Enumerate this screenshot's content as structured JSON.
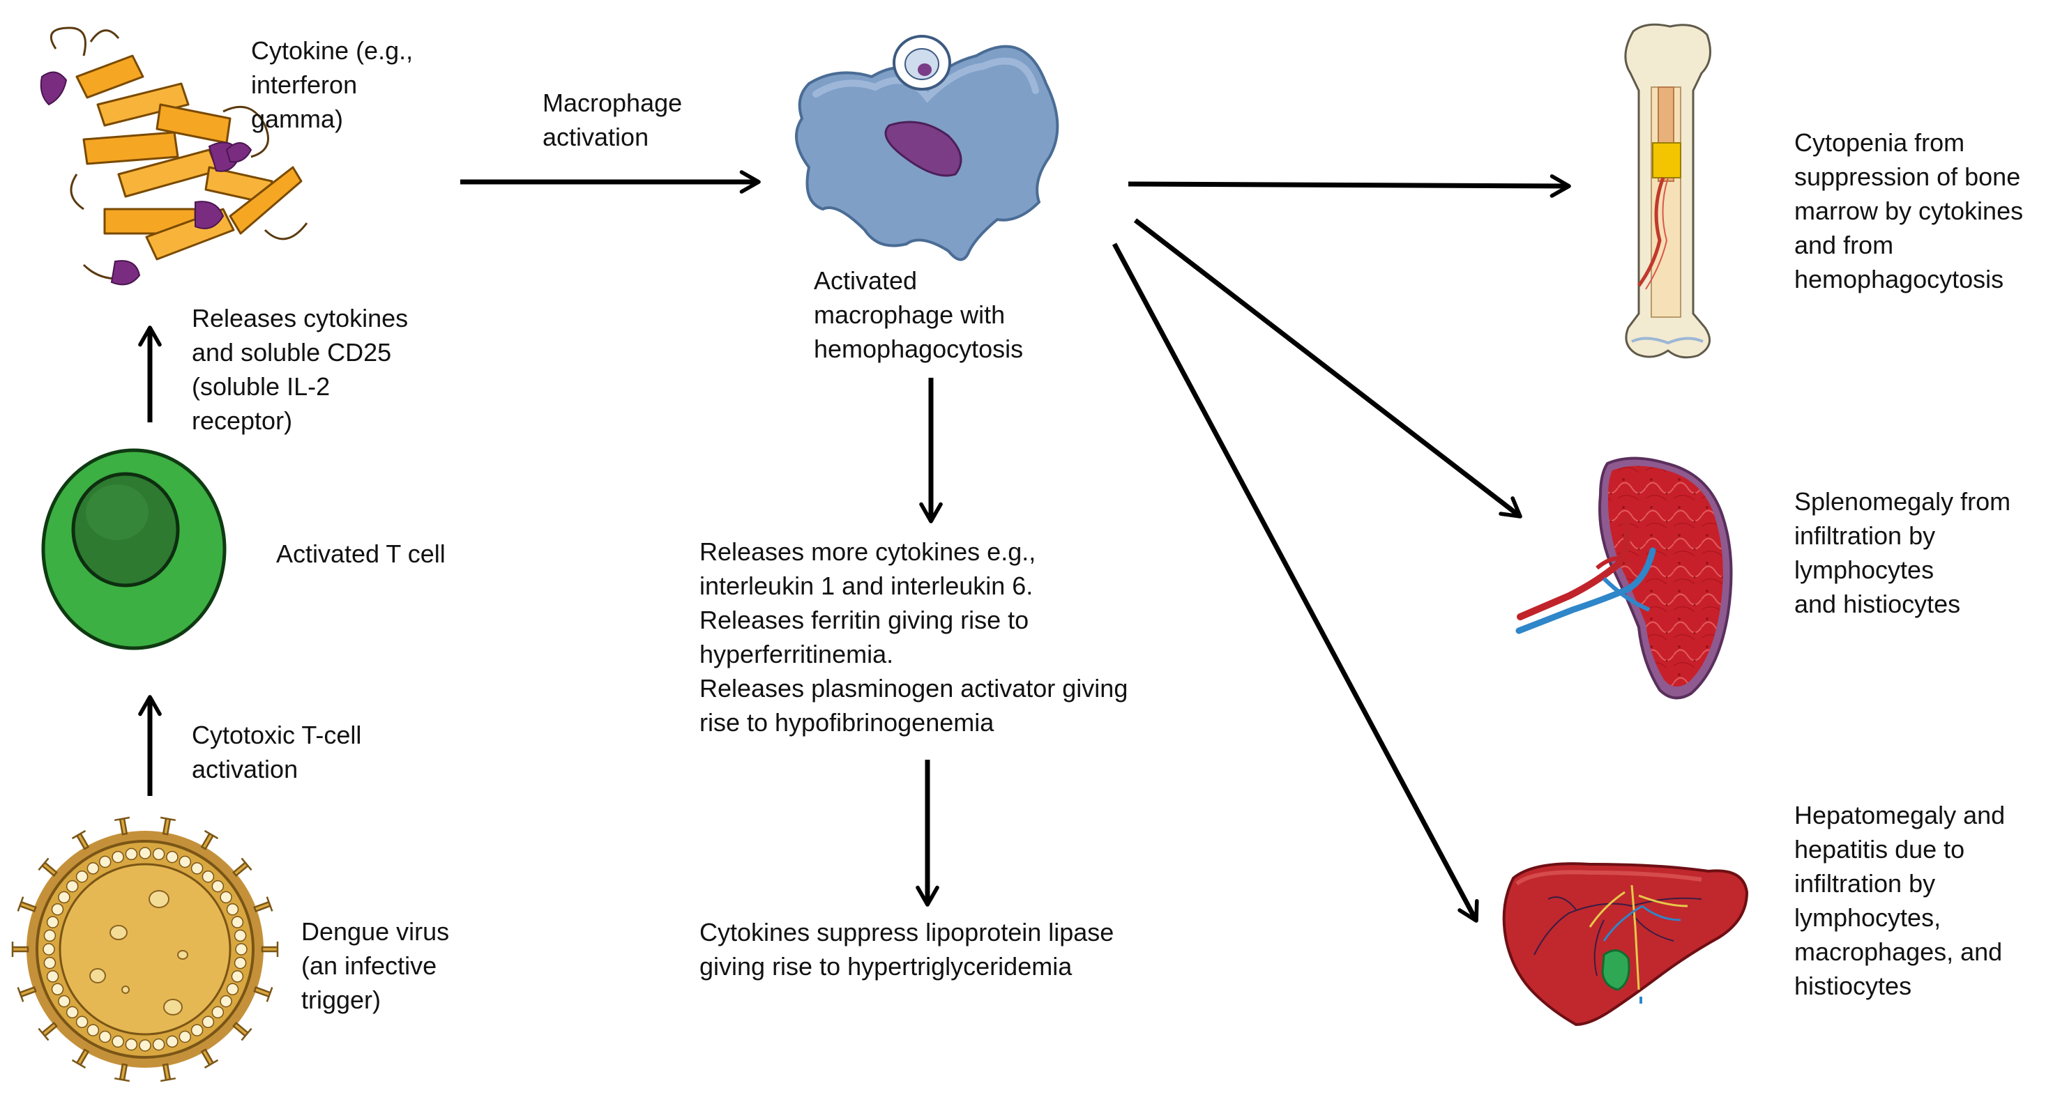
{
  "labels": {
    "cytokine": [
      "Cytokine (e.g.,",
      "interferon",
      "gamma)"
    ],
    "macrophage_activation": [
      "Macrophage",
      "activation"
    ],
    "activated_macrophage": [
      "Activated",
      "macrophage with",
      "hemophagocytosis"
    ],
    "releases_cytokines_cd25": [
      "Releases cytokines",
      "and soluble CD25",
      "(soluble IL-2",
      "receptor)"
    ],
    "activated_t_cell": [
      "Activated T cell"
    ],
    "cytotoxic_activation": [
      "Cytotoxic T-cell",
      "activation"
    ],
    "dengue_virus": [
      "Dengue virus",
      "(an infective",
      "trigger)"
    ],
    "releases_more": [
      "Releases more cytokines e.g.,",
      "interleukin 1 and interleukin 6.",
      "Releases ferritin giving rise to",
      "hyperferritinemia.",
      "Releases plasminogen activator giving",
      "rise to hypofibrinogenemia"
    ],
    "lipoprotein": [
      "Cytokines suppress lipoprotein lipase",
      "giving rise to hypertriglyceridemia"
    ],
    "cytopenia": [
      "Cytopenia from",
      "suppression of bone",
      "marrow by cytokines",
      "and from",
      "hemophagocytosis"
    ],
    "splenomegaly": [
      "Splenomegaly from",
      "infiltration by",
      "lymphocytes",
      "and histiocytes"
    ],
    "hepatomegaly": [
      "Hepatomegaly and",
      "hepatitis due to",
      "infiltration by",
      "lymphocytes,",
      "macrophages, and",
      "histiocytes"
    ]
  },
  "colors": {
    "arrow": "#000000",
    "t_cell": "#3cb043",
    "t_cell_nucleus": "#1e5e24",
    "virus": "#d9a740",
    "macrophage": "#7f9fc7",
    "macrophage_nucleus": "#7a3d86",
    "protein": "#f5a623",
    "protein_loop": "#6e2a6e",
    "bone": "#f3ead2",
    "spleen": "#c8202a",
    "liver": "#c0282d"
  },
  "icons": [
    "protein-icon",
    "macrophage-icon",
    "t-cell-icon",
    "virus-icon",
    "bone-icon",
    "spleen-icon",
    "liver-icon"
  ]
}
